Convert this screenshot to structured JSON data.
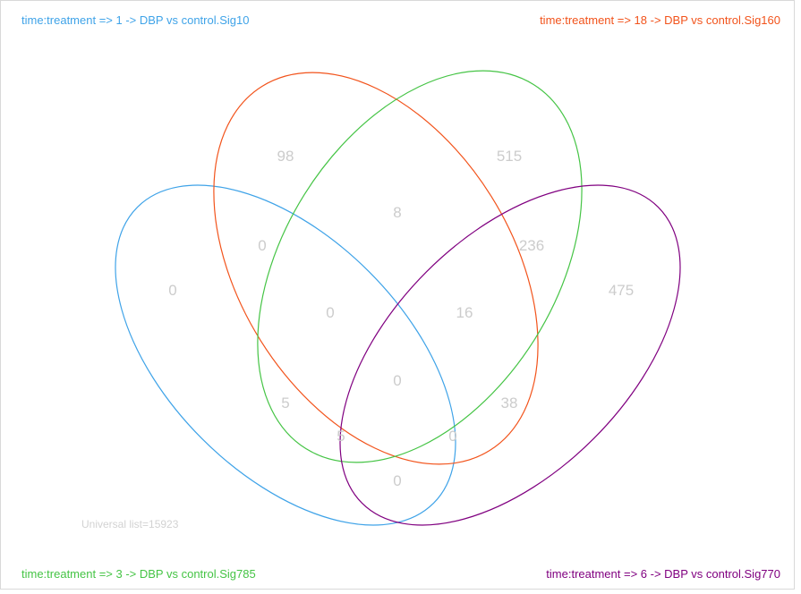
{
  "labels": {
    "top_left": "time:treatment => 1 -> DBP vs control.Sig10",
    "top_right": "time:treatment => 18 -> DBP vs control.Sig160",
    "bottom_left": "time:treatment => 3 -> DBP vs control.Sig785",
    "bottom_right": "time:treatment => 6 -> DBP vs control.Sig770"
  },
  "universal": "Universal list=15923",
  "colors": {
    "set_blue": "#3fa3e8",
    "set_orange": "#f2531b",
    "set_green": "#45c445",
    "set_purple": "#800080",
    "count_text": "#cccccc"
  },
  "counts": {
    "only_blue": "0",
    "only_orange": "98",
    "only_green": "515",
    "only_purple": "475",
    "blue_orange": "0",
    "orange_green": "8",
    "green_purple": "236",
    "blue_orange_green": "0",
    "orange_green_purple": "16",
    "blue_green": "5",
    "all_four": "0",
    "orange_purple": "38",
    "blue_green_purple": "5",
    "blue_orange_purple": "0",
    "blue_purple": "0"
  }
}
